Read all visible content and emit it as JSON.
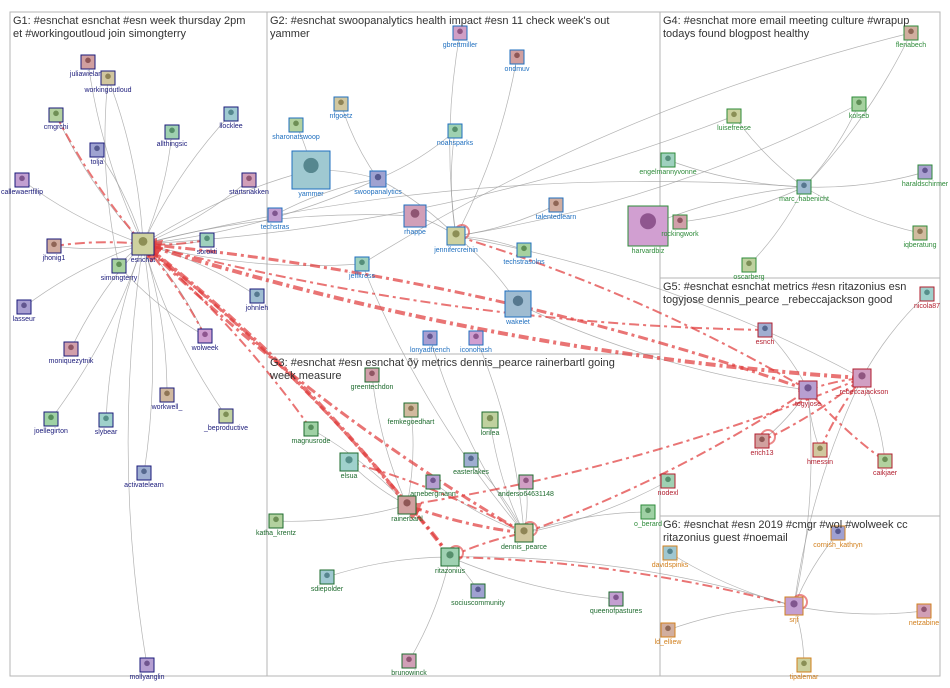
{
  "colors": {
    "G1": "#1a1a7a",
    "G2": "#1f6fbf",
    "G3": "#1e6b2e",
    "G4": "#2e8b3a",
    "G5": "#b21e2e",
    "G6": "#d2801e",
    "edge_gray": "#9a9a9a",
    "edge_red": "#e03a3a",
    "box_border": "#b5b5b5"
  },
  "groups": [
    {
      "id": "G1",
      "title_lines": [
        "G1: #esnchat esnchat #esn week thursday 2pm",
        "et #workingoutloud join simongterry"
      ]
    },
    {
      "id": "G2",
      "title_lines": [
        "G2: #esnchat swoopanalytics health impact #esn 11 check week's out",
        "yammer"
      ]
    },
    {
      "id": "G3",
      "title_lines": [
        "G3: #esnchat #esn esnchat ðÿ metrics dennis_pearce rainerbartl going",
        "week measure"
      ]
    },
    {
      "id": "G4",
      "title_lines": [
        "G4: #esnchat more email meeting culture #wrapup",
        "todays found blogpost healthy"
      ]
    },
    {
      "id": "G5",
      "title_lines": [
        "G5: #esnchat esnchat metrics #esn ritazonius esn",
        "togyjose dennis_pearce _rebeccajackson good"
      ]
    },
    {
      "id": "G6",
      "title_lines": [
        "G6: #esnchat #esn 2019 #cmgr #wol #wolweek cc",
        "ritazonius guest #noemail"
      ]
    }
  ],
  "nodes": [
    {
      "id": "juliawieland",
      "g": "G1"
    },
    {
      "id": "workingoutloud",
      "g": "G1"
    },
    {
      "id": "cmgrchi",
      "g": "G1"
    },
    {
      "id": "allthingsic",
      "g": "G1"
    },
    {
      "id": "llocklee",
      "g": "G1"
    },
    {
      "id": "tolja",
      "g": "G1"
    },
    {
      "id": "callewaertfilip",
      "g": "G1"
    },
    {
      "id": "startsnakken",
      "g": "G1"
    },
    {
      "id": "jhonig1",
      "g": "G1"
    },
    {
      "id": "esnchat",
      "g": "G1"
    },
    {
      "id": "simongterry",
      "g": "G1"
    },
    {
      "id": "sorokti",
      "g": "G1"
    },
    {
      "id": "johnleh",
      "g": "G1"
    },
    {
      "id": "lasseur",
      "g": "G1"
    },
    {
      "id": "wolweek",
      "g": "G1"
    },
    {
      "id": "moniquezytnik",
      "g": "G1"
    },
    {
      "id": "workwell_",
      "g": "G1"
    },
    {
      "id": "_beproductive",
      "g": "G1"
    },
    {
      "id": "joellegirton",
      "g": "G1"
    },
    {
      "id": "slybear",
      "g": "G1"
    },
    {
      "id": "activatelearn",
      "g": "G1"
    },
    {
      "id": "mollyanglin",
      "g": "G1"
    },
    {
      "id": "gbrettmiller",
      "g": "G2"
    },
    {
      "id": "ondmuv",
      "g": "G2"
    },
    {
      "id": "nfgoetz",
      "g": "G2"
    },
    {
      "id": "sharonatswoop",
      "g": "G2"
    },
    {
      "id": "noahsparks",
      "g": "G2"
    },
    {
      "id": "yammer",
      "g": "G2"
    },
    {
      "id": "swoopanalytics",
      "g": "G2"
    },
    {
      "id": "techstras",
      "g": "G2"
    },
    {
      "id": "rhappe",
      "g": "G2"
    },
    {
      "id": "talentedlearn",
      "g": "G2"
    },
    {
      "id": "jennifercreinin",
      "g": "G2"
    },
    {
      "id": "techstrasolns",
      "g": "G2"
    },
    {
      "id": "jeffkross",
      "g": "G2"
    },
    {
      "id": "wakelet",
      "g": "G2"
    },
    {
      "id": "lonyadfrench",
      "g": "G2"
    },
    {
      "id": "iconohash",
      "g": "G2"
    },
    {
      "id": "greentechdon",
      "g": "G3"
    },
    {
      "id": "femkegoedhart",
      "g": "G3"
    },
    {
      "id": "lorilea",
      "g": "G3"
    },
    {
      "id": "magnusrode",
      "g": "G3"
    },
    {
      "id": "elsua",
      "g": "G3"
    },
    {
      "id": "easterlakes",
      "g": "G3"
    },
    {
      "id": "arnebergmann",
      "g": "G3"
    },
    {
      "id": "anderso64631148",
      "g": "G3"
    },
    {
      "id": "rainerbartl",
      "g": "G3"
    },
    {
      "id": "dennis_pearce",
      "g": "G3"
    },
    {
      "id": "katha_krentz",
      "g": "G3"
    },
    {
      "id": "ritazonius",
      "g": "G3"
    },
    {
      "id": "sdiepolder",
      "g": "G3"
    },
    {
      "id": "sociuscommunity",
      "g": "G3"
    },
    {
      "id": "queenofpastures",
      "g": "G3"
    },
    {
      "id": "brunowinck",
      "g": "G3"
    },
    {
      "id": "flenabech",
      "g": "G4"
    },
    {
      "id": "luisefreese",
      "g": "G4"
    },
    {
      "id": "kolseb",
      "g": "G4"
    },
    {
      "id": "engelmannyvonne",
      "g": "G4"
    },
    {
      "id": "marc_habenicht",
      "g": "G4"
    },
    {
      "id": "haraldschirmer",
      "g": "G4"
    },
    {
      "id": "harvardbiz",
      "g": "G4"
    },
    {
      "id": "rockingwork",
      "g": "G4"
    },
    {
      "id": "iqberatung",
      "g": "G4"
    },
    {
      "id": "oscarberg",
      "g": "G4"
    },
    {
      "id": "o_berard",
      "g": "G4"
    },
    {
      "id": "nicola87",
      "g": "G5"
    },
    {
      "id": "esnch",
      "g": "G5"
    },
    {
      "id": "togyjose",
      "g": "G5"
    },
    {
      "id": "_rebeccajackson",
      "g": "G5"
    },
    {
      "id": "erich13",
      "g": "G5"
    },
    {
      "id": "hmessin",
      "g": "G5"
    },
    {
      "id": "caikjaer",
      "g": "G5"
    },
    {
      "id": "nodexl",
      "g": "G5"
    },
    {
      "id": "davidspinks",
      "g": "G6"
    },
    {
      "id": "cornish_kathryn",
      "g": "G6"
    },
    {
      "id": "srjf",
      "g": "G6"
    },
    {
      "id": "netzabine",
      "g": "G6"
    },
    {
      "id": "ld_elliew",
      "g": "G6"
    },
    {
      "id": "tipalemar",
      "g": "G6"
    }
  ]
}
